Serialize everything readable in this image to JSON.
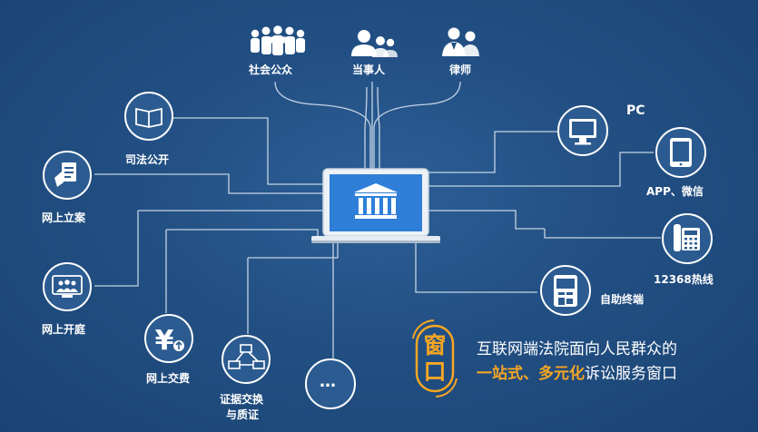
{
  "labels": {
    "public": "社会公众",
    "party": "当事人",
    "lawyer": "律师",
    "judicial_open": "司法公开",
    "online_filing": "网上立案",
    "online_hearing": "网上开庭",
    "online_payment": "网上交费",
    "evidence_line1": "证据交换",
    "evidence_line2": "与质证",
    "more": "…",
    "pc": "PC",
    "app": "APP、微信",
    "hotline": "12368热线",
    "kiosk": "自助终端"
  },
  "badge": {
    "char1": "窗",
    "char2": "口"
  },
  "tagline": {
    "line1": "互联网端法院面向人民群众的",
    "line2_highlight": "一站式、多元化",
    "line2_rest": "诉讼服务窗口"
  },
  "colors": {
    "accent": "#f5a623",
    "background": "#224f83",
    "line": "#d7e3ef",
    "screen": "#2f7fd8"
  },
  "icons": [
    "crowd-icon",
    "party-icon",
    "lawyer-icon",
    "book-icon",
    "document-icon",
    "video-meeting-icon",
    "yen-coin-icon",
    "network-flow-icon",
    "monitor-icon",
    "tablet-icon",
    "telephone-icon",
    "kiosk-icon",
    "courthouse-icon"
  ]
}
